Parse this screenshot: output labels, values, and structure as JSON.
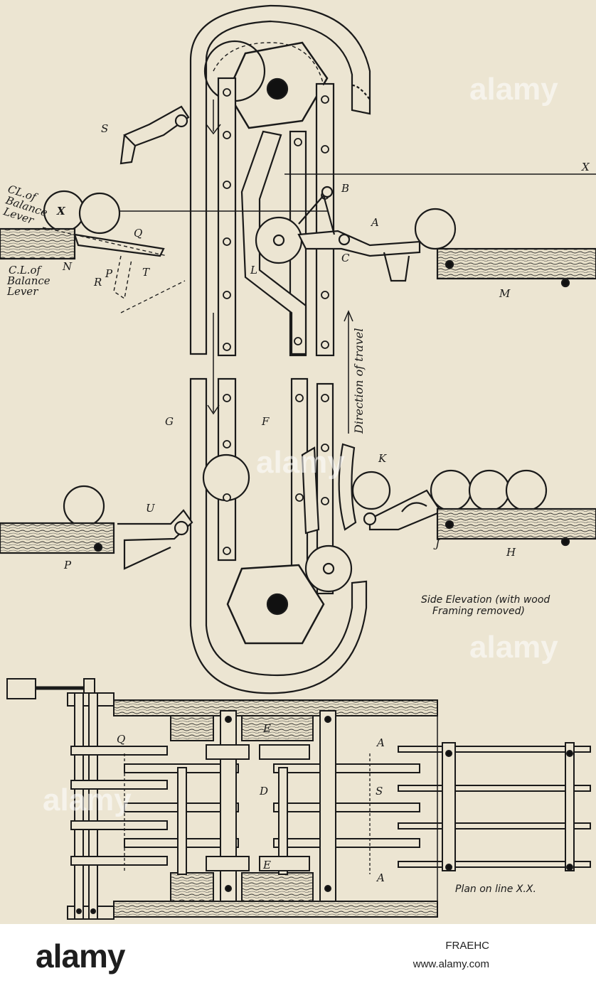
{
  "diagram": {
    "labels": {
      "cl_of_balance_lever_top": [
        "CL.of",
        "Balance",
        "Lever"
      ],
      "cl_of_balance_lever_bottom": [
        "C.L.of",
        "Balance",
        "Lever"
      ],
      "x_left": "X",
      "x_right": "X",
      "a": "A",
      "b": "B",
      "c": "C",
      "d": "D",
      "e_top": "E",
      "e_bottom": "E",
      "f": "F",
      "g": "G",
      "h": "H",
      "j": "J",
      "k": "K",
      "l": "L",
      "m": "M",
      "n": "N",
      "p": "P",
      "q": "Q",
      "r": "R",
      "s": "S",
      "t": "T",
      "u": "U",
      "q_plan": "Q",
      "s_plan": "S",
      "a_plan_top": "A",
      "a_plan_bottom": "A",
      "direction_of_travel": "Direction of travel"
    },
    "captions": {
      "side_elevation": [
        "Side Elevation (with wood",
        "Framing removed)"
      ],
      "plan": "Plan on line X.X."
    }
  },
  "watermarks": [
    "alamy",
    "alamy",
    "alamy",
    "alamy"
  ],
  "footer": {
    "logo": "alamy",
    "image_id": "FRAEHC",
    "url": "www.alamy.com"
  }
}
